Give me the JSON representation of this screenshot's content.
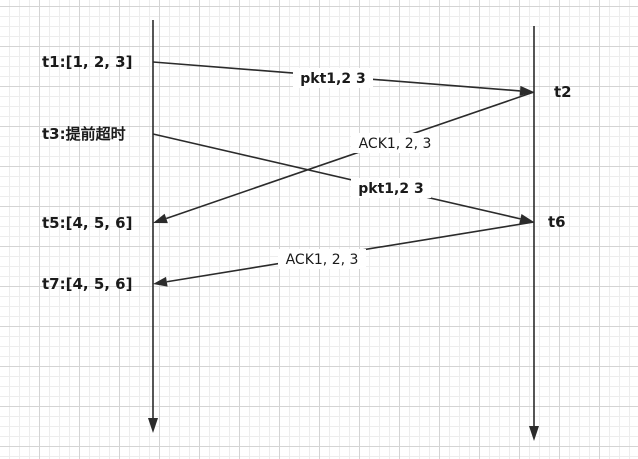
{
  "sender_events": [
    {
      "id": "t1",
      "label": "t1:[1, 2, 3]"
    },
    {
      "id": "t3",
      "label": "t3:提前超时"
    },
    {
      "id": "t5",
      "label": "t5:[4, 5, 6]"
    },
    {
      "id": "t7",
      "label": "t7:[4, 5, 6]"
    }
  ],
  "receiver_events": [
    {
      "id": "t2",
      "label": "t2"
    },
    {
      "id": "t6",
      "label": "t6"
    }
  ],
  "messages": [
    {
      "id": "pkt-1",
      "label": "pkt1,2 3",
      "from": "t1",
      "to": "t2",
      "bold": true
    },
    {
      "id": "ack-1",
      "label": "ACK1, 2, 3",
      "from": "t2",
      "to": "t5",
      "bold": false
    },
    {
      "id": "pkt-2",
      "label": "pkt1,2 3",
      "from": "t3",
      "to": "t6",
      "bold": true
    },
    {
      "id": "ack-2",
      "label": "ACK1, 2, 3",
      "from": "t6",
      "to": "t7",
      "bold": false
    }
  ]
}
